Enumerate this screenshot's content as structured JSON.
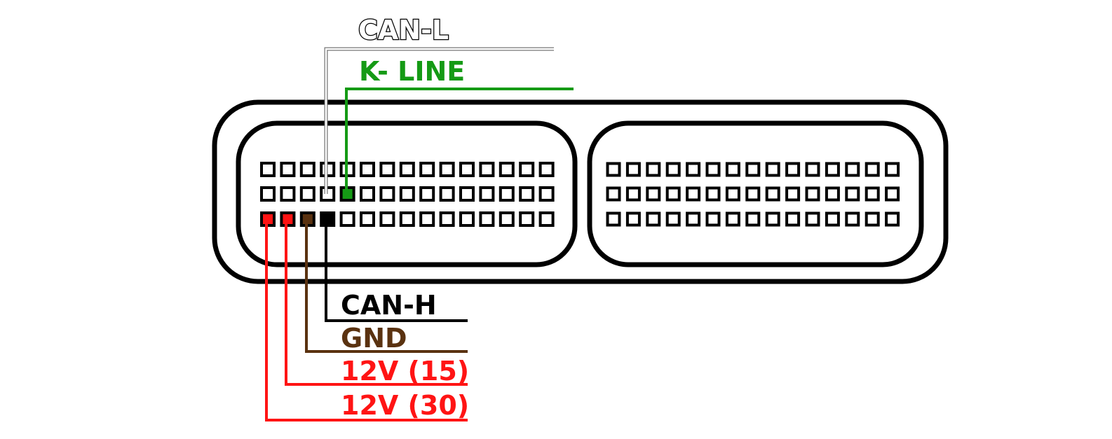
{
  "labels": {
    "can_l": "CAN-L",
    "k_line": "K- LINE",
    "can_h": "CAN-H",
    "gnd": "GND",
    "v12_15": "12V (15)",
    "v12_30": "12V (30)"
  },
  "colors": {
    "can_l": "#ffffff",
    "k_line": "#159a15",
    "can_h": "#000000",
    "gnd": "#5a3210",
    "v12": "#ff1414"
  },
  "connector": {
    "blocks": 2,
    "rows": 3,
    "columns_per_block": 15
  }
}
